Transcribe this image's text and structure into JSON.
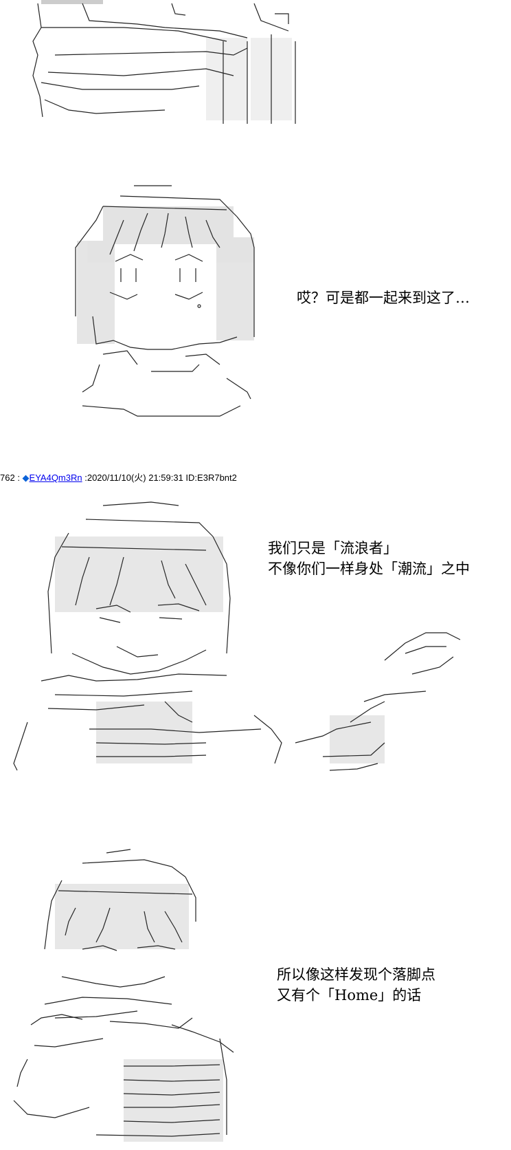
{
  "post": {
    "number": "762",
    "separator": " : ",
    "trip_mark": "◆",
    "name": "EYA4Qm3Rn",
    "datetime": " :2020/11/10(火) 21:59:31 ID:E3R7bnt2"
  },
  "panels": [
    {
      "id": "panel-1",
      "lines": []
    },
    {
      "id": "panel-2",
      "lines": [
        "哎？可是都一起来到这了…"
      ]
    },
    {
      "id": "panel-3",
      "lines": [
        "我们只是「流浪者」",
        "不像你们一样身处「潮流」之中"
      ]
    },
    {
      "id": "panel-4",
      "lines": [
        "所以像这样发现个落脚点",
        "又有个「Home」的话"
      ]
    }
  ]
}
